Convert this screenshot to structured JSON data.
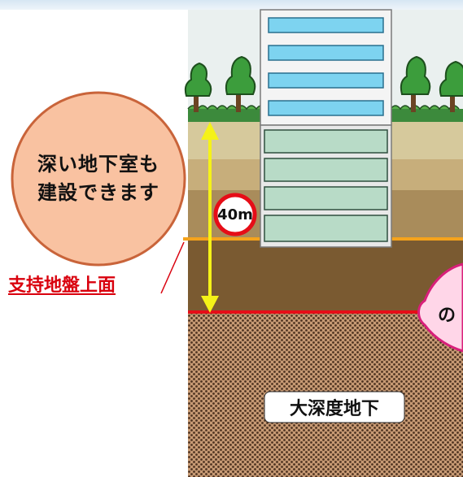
{
  "callout": {
    "lines": [
      "深い地下室も",
      "建設できます"
    ]
  },
  "support_ground_label": "支持地盤上面",
  "depth_label": "40m",
  "deep_underground_label": "大深度地下",
  "bubble_text": "の",
  "colors": {
    "callout_fill": "#f9c2a1",
    "callout_stroke": "#c9643a",
    "sky": "#eaf0ef",
    "ground_surface": "#d6c99c",
    "layer_2": "#c7ae7b",
    "layer_3": "#a98c5b",
    "layer_4": "#7a5a31",
    "bedrock_fill": "#c79a74",
    "bedrock_dots": "#4d3220",
    "support_line": "#f5a31c",
    "deep_line": "#e60d17",
    "arrow": "#f5f218",
    "building_glass": "#7dd3f0",
    "basement_glass": "#b8dbc7",
    "tree_green": "#3c9d3c",
    "bubble_fill": "#ffd6e8",
    "bubble_stroke": "#d81f7a"
  }
}
